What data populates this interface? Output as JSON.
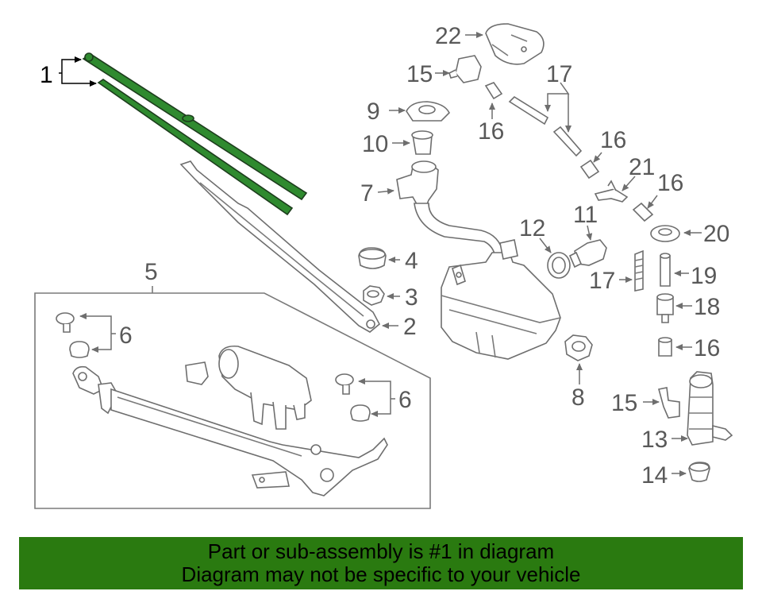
{
  "banner": {
    "line1": "Part or sub-assembly is #1 in diagram",
    "line2": "Diagram may not be specific to your vehicle"
  },
  "colors": {
    "highlight": "#2f8a2f",
    "banner": "#2a7a10",
    "linework": "#6e6e6e"
  },
  "callouts": {
    "c1": "1",
    "c2": "2",
    "c3": "3",
    "c4": "4",
    "c5": "5",
    "c6a": "6",
    "c6b": "6",
    "c7": "7",
    "c8": "8",
    "c9": "9",
    "c10": "10",
    "c11": "11",
    "c12": "12",
    "c13": "13",
    "c14": "14",
    "c15a": "15",
    "c15b": "15",
    "c16a": "16",
    "c16b": "16",
    "c16c": "16",
    "c16d": "16",
    "c17a": "17",
    "c17b": "17",
    "c18": "18",
    "c19": "19",
    "c20": "20",
    "c21": "21",
    "c22": "22"
  }
}
